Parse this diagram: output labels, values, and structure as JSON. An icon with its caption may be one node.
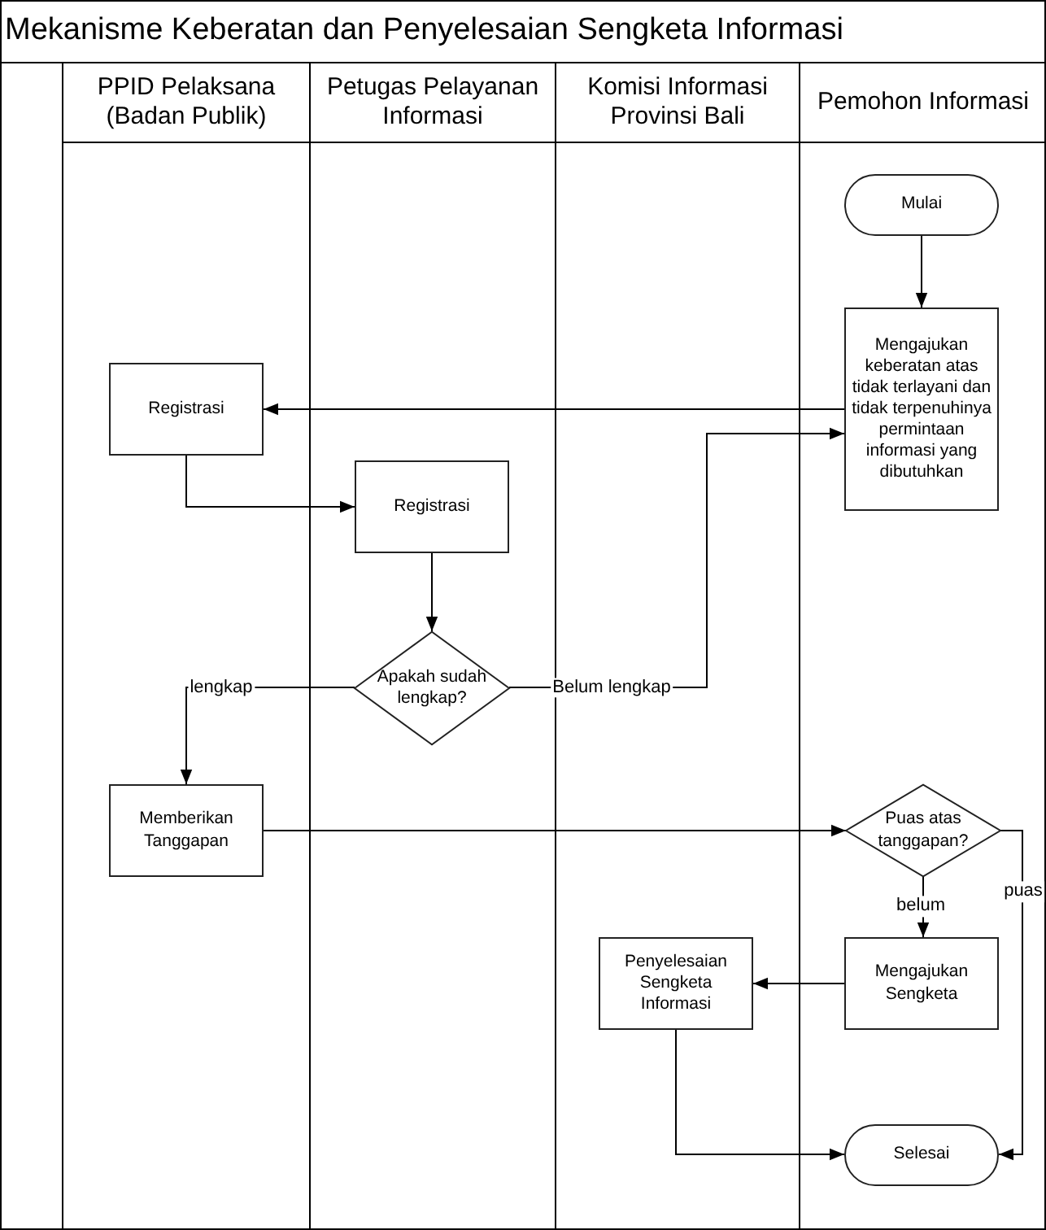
{
  "diagram": {
    "title": "Mekanisme Keberatan dan Penyelesaian Sengketa Informasi",
    "nodes": [
      {
        "text": [
          "PPID Pelaksana (Badan Publik)"
        ]
      },
      {
        "text": [
          "Petugas Pelayanan Informasi"
        ]
      },
      {
        "text": [
          "Komisi Informasi Provinsi Bali"
        ]
      },
      {
        "text": [
          "Pemohon Informasi"
        ]
      },
      {
        "text": [
          "Mulai"
        ],
        "in": 3
      },
      {
        "text": [
          "Mengajukan keberatan atas tidak terlayani dan tidak terpenuhinya permintaan informasi yang dibutuhkan"
        ],
        "in": 3
      },
      {
        "text": [
          "Registrasi"
        ],
        "in": 0
      },
      {
        "text": [
          "Registrasi"
        ],
        "in": 1
      },
      {
        "text": [
          "Apakah sudah lengkap?"
        ],
        "in": 1
      },
      {
        "text": [
          "Memberikan Tanggapan"
        ],
        "in": 0
      },
      {
        "text": [
          "Puas atas tanggapan?"
        ],
        "in": 3
      },
      {
        "text": [
          "Mengajukan Sengketa"
        ],
        "in": 3
      },
      {
        "text": [
          "Penyelesaian Sengketa Informasi"
        ],
        "in": 2
      },
      {
        "text": [
          "Selesai"
        ],
        "in": 3
      }
    ],
    "edges": [
      {
        "from": 4,
        "to": 5,
        "arrow": "to"
      },
      {
        "from": 5,
        "to": 6,
        "arrow": "to"
      },
      {
        "from": 6,
        "to": 7,
        "arrow": "to"
      },
      {
        "from": 7,
        "to": 8,
        "arrow": "to"
      },
      {
        "from": 8,
        "to": 9,
        "arrow": "to",
        "label": "lengkap"
      },
      {
        "from": 8,
        "to": 5,
        "arrow": "to",
        "label": "Belum lengkap"
      },
      {
        "from": 9,
        "to": 10,
        "arrow": "to"
      },
      {
        "from": 10,
        "to": 11,
        "arrow": "to",
        "label": "belum"
      },
      {
        "from": 11,
        "to": 12,
        "arrow": "to"
      },
      {
        "from": 12,
        "to": 13,
        "arrow": "to"
      },
      {
        "from": 10,
        "to": 13,
        "arrow": "to",
        "label": "puas"
      }
    ]
  }
}
